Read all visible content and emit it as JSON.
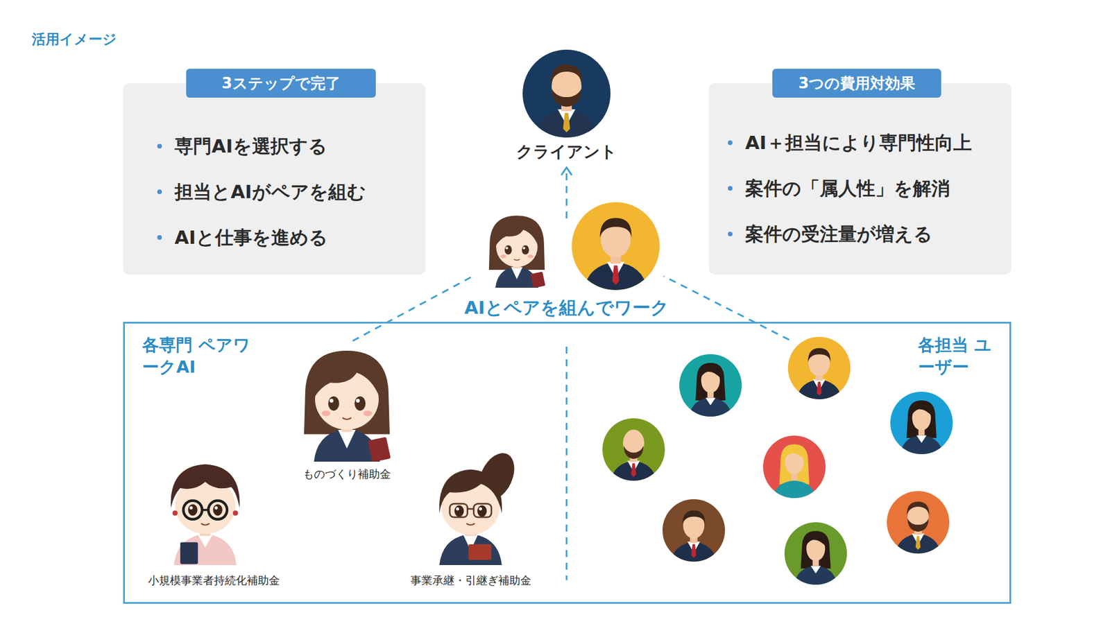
{
  "diagram": {
    "title": "活用イメージ",
    "nodes": [
      {
        "text": [
          "3ステップで完了",
          "専門AIを選択する",
          "担当とAIがペアを組む",
          "AIと仕事を進める"
        ]
      },
      {
        "text": [
          "クライアント"
        ]
      },
      {
        "text": [
          "3つの費用対効果",
          "AI＋担当により専門性向上",
          "案件の「属人性」を解消",
          "案件の受注量が増える"
        ]
      },
      {
        "text": [
          "AIとペアを組んでワーク"
        ]
      },
      {
        "text": [
          "各専門 ペアワークAI",
          "各担当 ユーザー"
        ]
      },
      {
        "text": [
          "ものづくり補助金"
        ],
        "in": 4
      },
      {
        "text": [
          "小規模事業者持続化補助金"
        ],
        "in": 4
      },
      {
        "text": [
          "事業承継・引継ぎ補助金"
        ],
        "in": 4
      }
    ],
    "edges": [
      {
        "from": 3,
        "to": 1,
        "arrow": "to"
      },
      {
        "from": 5,
        "to": 3,
        "arrow": "none"
      }
    ]
  }
}
